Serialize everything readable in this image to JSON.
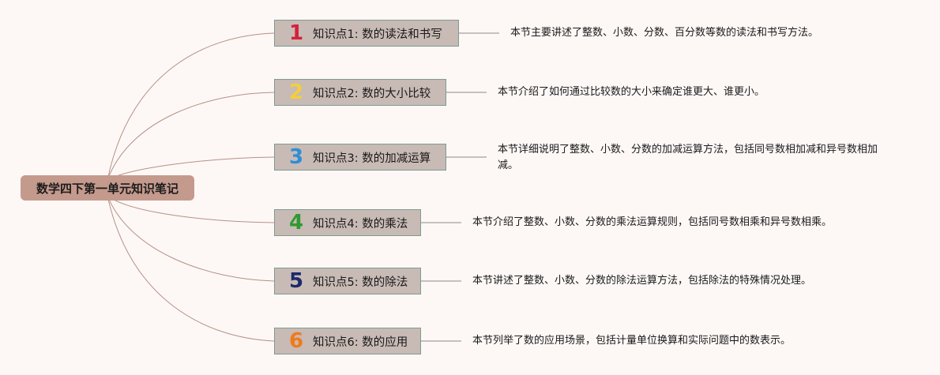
{
  "root": {
    "label": "数学四下第一单元知识笔记"
  },
  "topics": [
    {
      "number": "1",
      "number_color": "#d4213a",
      "label": "知识点1: 数的读法和书写",
      "description": "本节主要讲述了整数、小数、分数、百分数等数的读法和书写方法。"
    },
    {
      "number": "2",
      "number_color": "#f2cf3a",
      "label": "知识点2: 数的大小比较",
      "description": "本节介绍了如何通过比较数的大小来确定谁更大、谁更小。"
    },
    {
      "number": "3",
      "number_color": "#2b8fd8",
      "label": "知识点3: 数的加减运算",
      "description": "本节详细说明了整数、小数、分数的加减运算方法，包括同号数相加减和异号数相加减。"
    },
    {
      "number": "4",
      "number_color": "#2f9a2f",
      "label": "知识点4: 数的乘法",
      "description": "本节介绍了整数、小数、分数的乘法运算规则，包括同号数相乘和异号数相乘。"
    },
    {
      "number": "5",
      "number_color": "#1c2a6b",
      "label": "知识点5: 数的除法",
      "description": "本节讲述了整数、小数、分数的除法运算方法，包括除法的特殊情况处理。"
    },
    {
      "number": "6",
      "number_color": "#f07a1a",
      "label": "知识点6: 数的应用",
      "description": "本节列举了数的应用场景，包括计量单位换算和实际问题中的数表示。"
    }
  ],
  "colors": {
    "background": "#fdf8f6",
    "root_fill": "#c49a8d",
    "topic_fill": "#c8bab5",
    "topic_border": "#7f9b90",
    "branch_line": "#b59186"
  }
}
